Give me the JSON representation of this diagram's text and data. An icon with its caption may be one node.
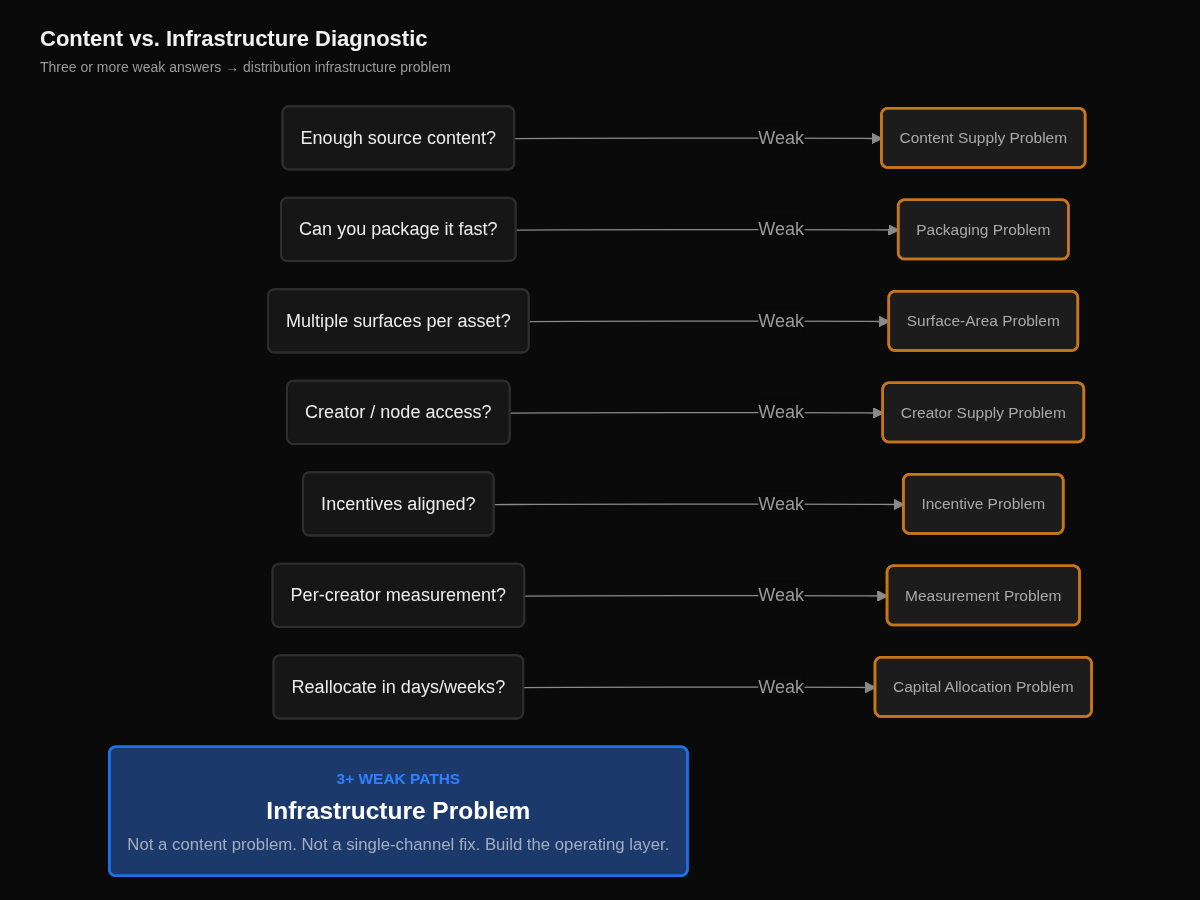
{
  "diagram": {
    "title": "Content vs. Infrastructure Diagnostic",
    "nodes": [
      {
        "text": [
          "Enough source content?"
        ]
      },
      {
        "text": [
          "Content Supply Problem"
        ]
      },
      {
        "text": [
          "Can you package it fast?"
        ]
      },
      {
        "text": [
          "Packaging Problem"
        ]
      },
      {
        "text": [
          "Multiple surfaces per asset?"
        ]
      },
      {
        "text": [
          "Surface-Area Problem"
        ]
      },
      {
        "text": [
          "Creator / node access?"
        ]
      },
      {
        "text": [
          "Creator Supply Problem"
        ]
      },
      {
        "text": [
          "Incentives aligned?"
        ]
      },
      {
        "text": [
          "Incentive Problem"
        ]
      },
      {
        "text": [
          "Per-creator measurement?"
        ]
      },
      {
        "text": [
          "Measurement Problem"
        ]
      },
      {
        "text": [
          "Reallocate in days/weeks?"
        ]
      },
      {
        "text": [
          "Capital Allocation Problem"
        ]
      },
      {
        "text": [
          "3+ WEAK PATHS",
          "Infrastructure Problem",
          "Not a content problem. Not a single-channel fix. Build the operating layer."
        ]
      }
    ],
    "edges": [
      {
        "from": 0,
        "to": 1,
        "arrow": "to",
        "label": "Weak"
      },
      {
        "from": 2,
        "to": 3,
        "arrow": "to",
        "label": "Weak"
      },
      {
        "from": 4,
        "to": 5,
        "arrow": "to",
        "label": "Weak"
      },
      {
        "from": 6,
        "to": 7,
        "arrow": "to",
        "label": "Weak"
      },
      {
        "from": 8,
        "to": 9,
        "arrow": "to",
        "label": "Weak"
      },
      {
        "from": 10,
        "to": 11,
        "arrow": "to",
        "label": "Weak"
      },
      {
        "from": 12,
        "to": 13,
        "arrow": "to",
        "label": "Weak"
      }
    ],
    "labels": [
      "Three or more weak answers → distribution infrastructure problem"
    ]
  }
}
